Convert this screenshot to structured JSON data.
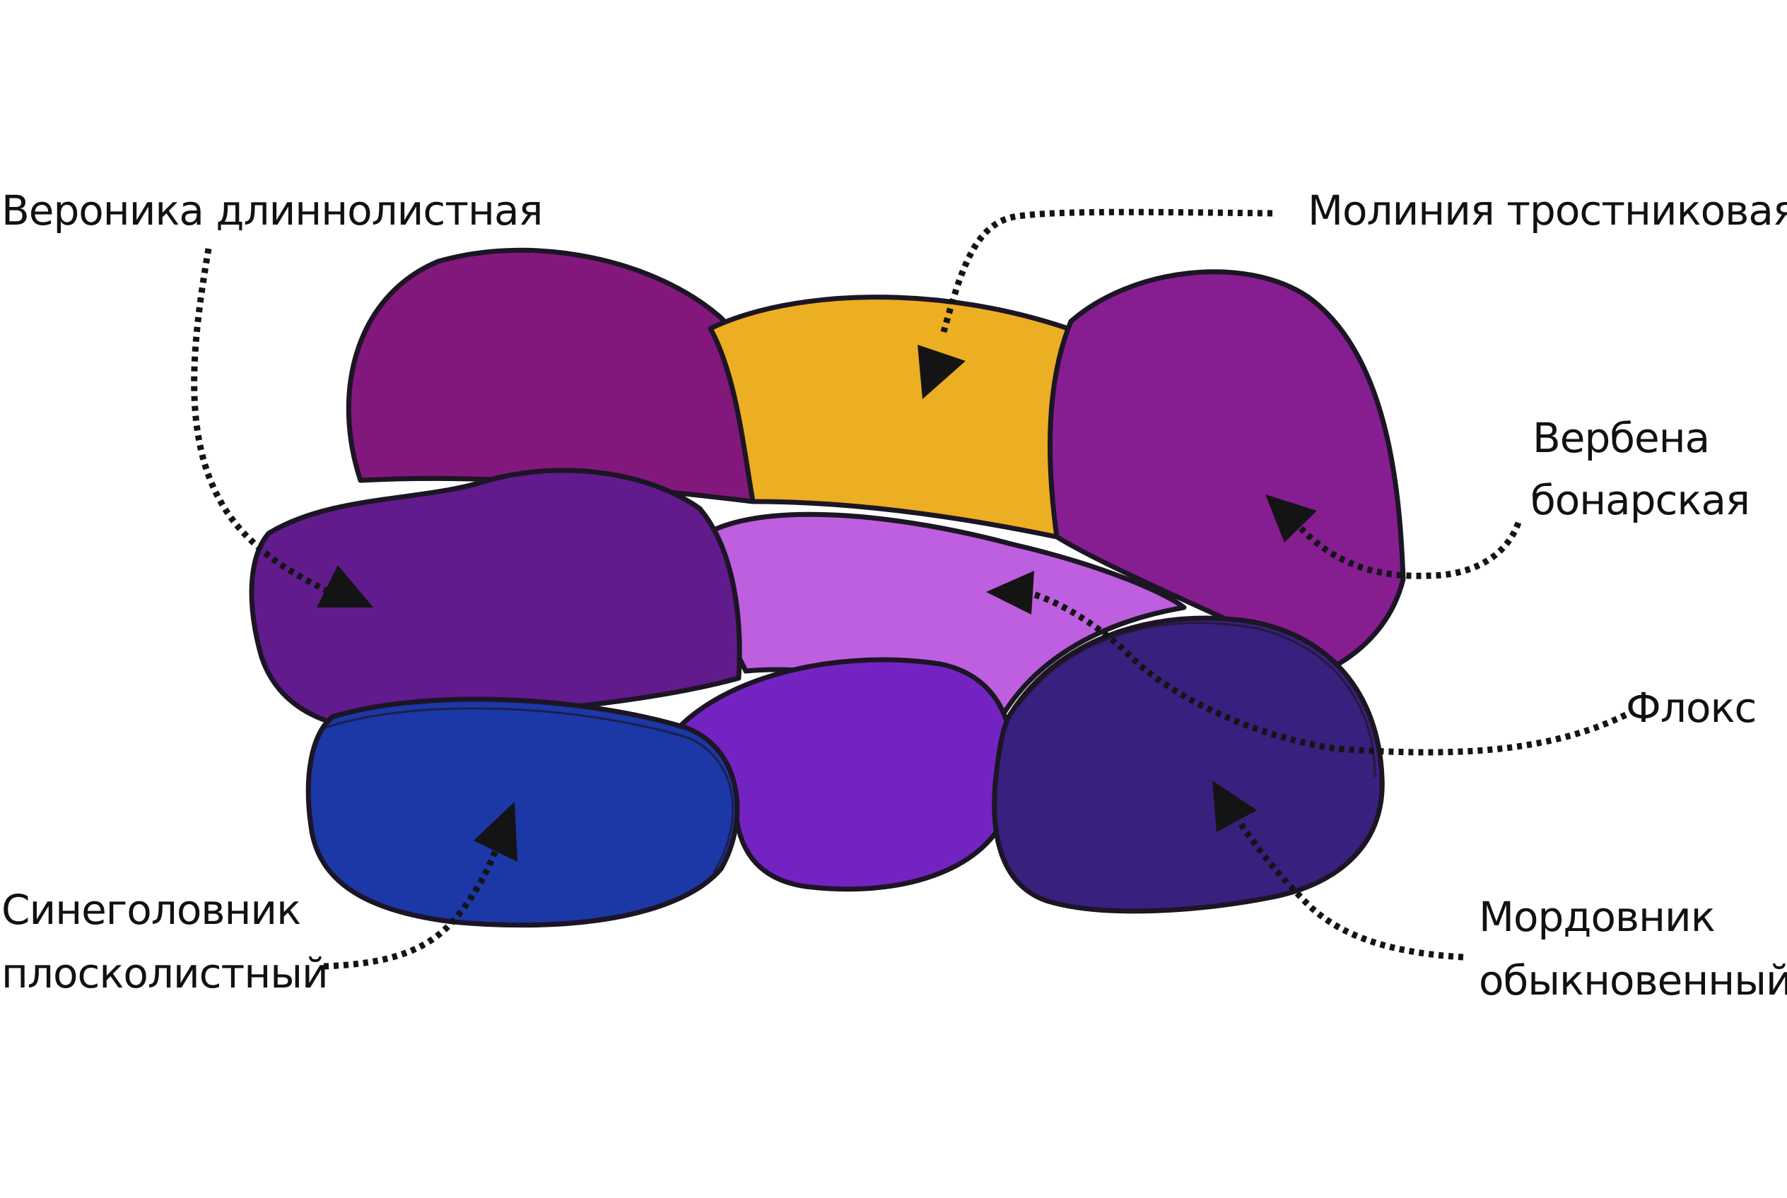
{
  "diagram": {
    "labels": {
      "veronica": "Вероника длиннолистная",
      "molinia": "Молиния тростниковая",
      "verbena_line1": "Вербена",
      "verbena_line2": "бонарская",
      "phlox": "Флокс",
      "eryngium_line1": "Синеголовник",
      "eryngium_line2": "плосколистный",
      "echinops_line1": "Мордовник",
      "echinops_line2": "обыкновенный"
    },
    "colors": {
      "veronica": "#611b8c",
      "molinia": "#ecae22",
      "verbena": "#861e92",
      "phlox": "#bd5fde",
      "eryngium": "#1c37a6",
      "echinops": "#38207e",
      "back_left": "#82187c",
      "bottom_middle": "#7423c3",
      "outline": "#1c1524",
      "leader": "#141414"
    }
  }
}
